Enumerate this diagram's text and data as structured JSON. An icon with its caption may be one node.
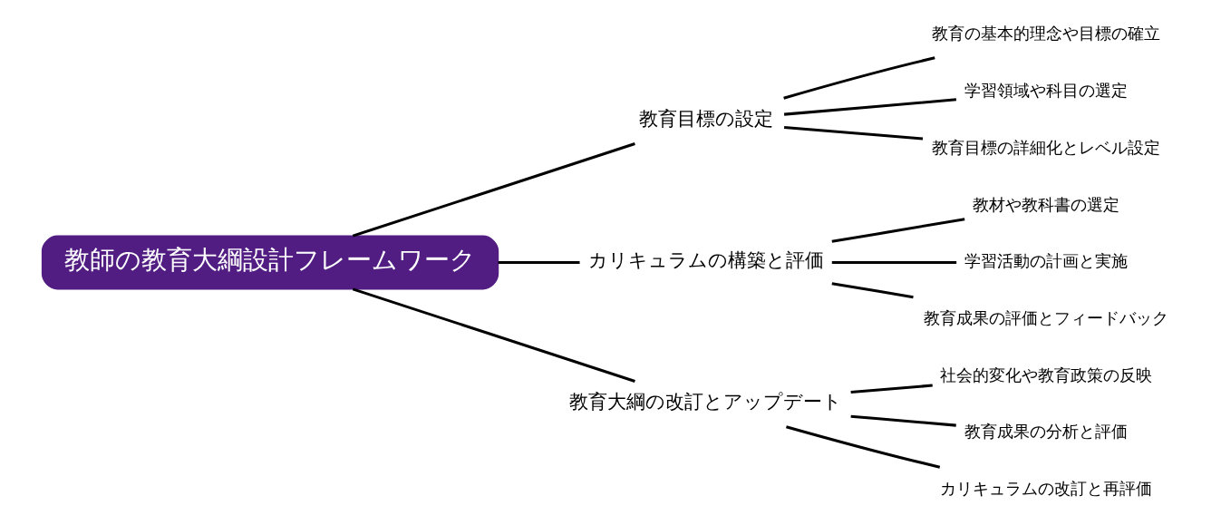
{
  "diagram": {
    "nodes": [
      {
        "text": [
          "教師の教育大綱設計フレームワーク"
        ]
      },
      {
        "text": [
          "教育目標の設定"
        ]
      },
      {
        "text": [
          "教育の基本的理念や目標の確立"
        ]
      },
      {
        "text": [
          "学習領域や科目の選定"
        ]
      },
      {
        "text": [
          "教育目標の詳細化とレベル設定"
        ]
      },
      {
        "text": [
          "カリキュラムの構築と評価"
        ]
      },
      {
        "text": [
          "教材や教科書の選定"
        ]
      },
      {
        "text": [
          "学習活動の計画と実施"
        ]
      },
      {
        "text": [
          "教育成果の評価とフィードバック"
        ]
      },
      {
        "text": [
          "教育大綱の改訂とアップデート"
        ]
      },
      {
        "text": [
          "社会的変化や教育政策の反映"
        ]
      },
      {
        "text": [
          "教育成果の分析と評価"
        ]
      },
      {
        "text": [
          "カリキュラムの改訂と再評価"
        ]
      }
    ],
    "edges": [
      {
        "from": 0,
        "to": 1,
        "arrow": "none"
      },
      {
        "from": 0,
        "to": 5,
        "arrow": "none"
      },
      {
        "from": 0,
        "to": 9,
        "arrow": "none"
      },
      {
        "from": 1,
        "to": 2,
        "arrow": "none"
      },
      {
        "from": 1,
        "to": 3,
        "arrow": "none"
      },
      {
        "from": 1,
        "to": 4,
        "arrow": "none"
      },
      {
        "from": 5,
        "to": 6,
        "arrow": "none"
      },
      {
        "from": 5,
        "to": 7,
        "arrow": "none"
      },
      {
        "from": 5,
        "to": 8,
        "arrow": "none"
      },
      {
        "from": 9,
        "to": 10,
        "arrow": "none"
      },
      {
        "from": 9,
        "to": 11,
        "arrow": "none"
      },
      {
        "from": 9,
        "to": 12,
        "arrow": "none"
      }
    ]
  }
}
